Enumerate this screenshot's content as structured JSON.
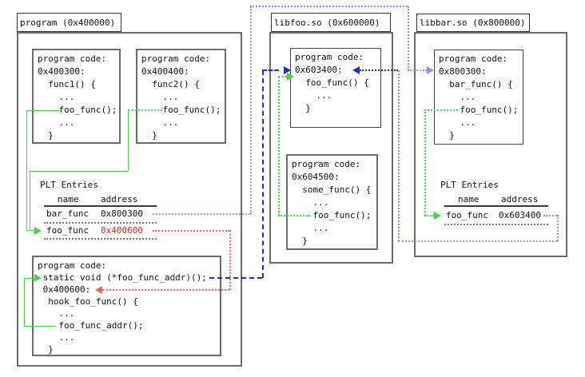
{
  "colors": {
    "green": "#44d444",
    "red_text": "#e02020",
    "red_line": "#ef6565",
    "blue_light": "#8f8ff0",
    "blue_dark": "#2828c8"
  },
  "program": {
    "title": "program (0x400000)",
    "func1_code": "program code:\n0x400300:\n  func1() {\n    ...\n    foo_func();\n    ...\n  }",
    "func2_code": "program code:\n0x400400:\n  func2() {\n    ...\n    foo_func();\n    ...\n  }",
    "hook_code": "program code:\n static void (*foo_func_addr)();\n 0x400600:\n  hook_foo_func() {\n    ...\n    foo_func_addr();\n    ...\n  }",
    "plt": {
      "title": "PLT Entries",
      "columns": [
        "name",
        "address"
      ],
      "rows": [
        {
          "name": "bar_func",
          "address": "0x800300"
        },
        {
          "name": "foo_func",
          "address": "0x400600",
          "color": "#e02020"
        }
      ]
    }
  },
  "libfoo": {
    "title": "libfoo.so (0x600000)",
    "code1": "program code:\n0x603400:\n  foo_func() {\n    ...\n  }",
    "code2": "program code:\n0x604500:\n  some_func() {\n    ...\n    foo_func();\n    ...\n  }"
  },
  "libbar": {
    "title": "libbar.so (0x800000)",
    "code": "program code:\n0x800300:\n  bar_func() {\n    ...\n    foo_func();\n    ...\n  }",
    "plt": {
      "title": "PLT Entries",
      "columns": [
        "name",
        "address"
      ],
      "rows": [
        {
          "name": "foo_func",
          "address": "0x603400"
        }
      ]
    }
  }
}
